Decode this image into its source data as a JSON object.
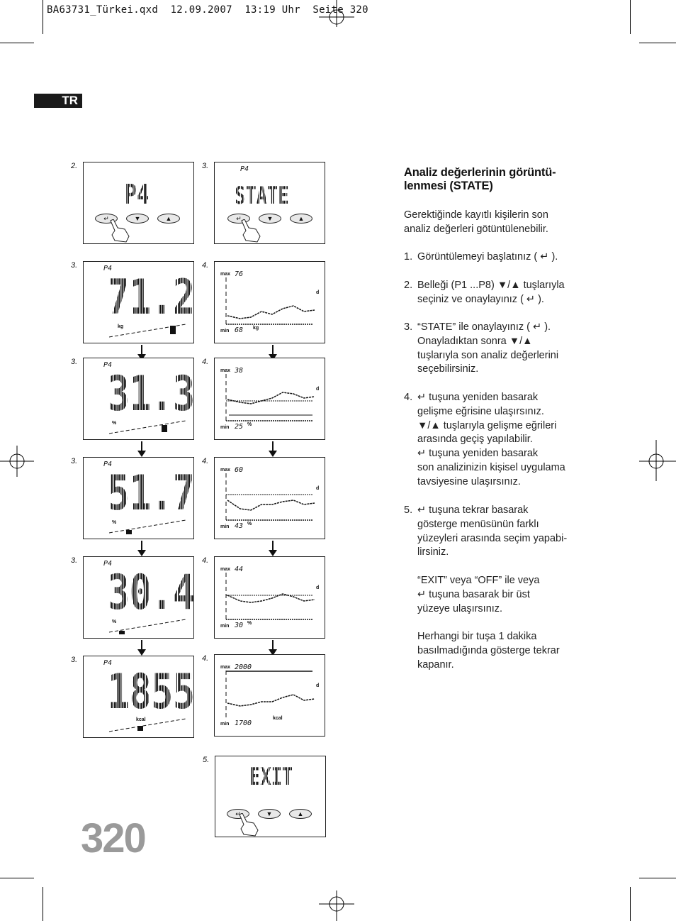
{
  "header": {
    "text": "BA63731_Türkei.qxd  12.09.2007  13:19 Uhr  Seite 320"
  },
  "language_tab": "TR",
  "page_number": "320",
  "section": {
    "title_line1": "Analiz değerlerinin görüntü-",
    "title_line2": "lenmesi (STATE)",
    "intro": [
      "Gerektiğinde kayıtlı kişilerin son",
      "analiz değerleri götüntülenebilir."
    ],
    "steps": [
      {
        "num": "1.",
        "lines": [
          "Görüntülemeyi başlatınız ( ↵ )."
        ]
      },
      {
        "num": "2.",
        "lines": [
          "Belleği (P1 ...P8) ▼/▲ tuşlarıyla",
          "seçiniz ve onaylayınız ( ↵ )."
        ]
      },
      {
        "num": "3.",
        "lines": [
          "“STATE” ile onaylayınız ( ↵ ).",
          "Onayladıktan sonra ▼/▲",
          "tuşlarıyla son analiz değerlerini",
          "seçebilirsiniz."
        ]
      },
      {
        "num": "4.",
        "lines": [
          "↵ tuşuna yeniden basarak",
          "gelişme eğrisine ulaşırsınız.",
          "▼/▲ tuşlarıyla gelişme eğrileri",
          "arasında geçiş yapılabilir.",
          "↵ tuşuna yeniden basarak",
          "son analizinizin kişisel uygulama",
          "tavsiyesine ulaşırsınız."
        ]
      },
      {
        "num": "5.",
        "lines": [
          "↵ tuşuna tekrar basarak",
          "gösterge menüsünün farklı",
          "yüzeyleri arasında seçim yapabi-",
          "lirsiniz.",
          "",
          "“EXIT” veya “OFF” ile veya",
          "↵ tuşuna basarak bir üst",
          "yüzeye ulaşırsınız.",
          "",
          "Herhangi bir tuşa 1 dakika",
          "basılmadığında gösterge tekrar",
          "kapanır."
        ]
      }
    ]
  },
  "displays": {
    "top_left": {
      "step": "2.",
      "text": "P4"
    },
    "top_right": {
      "step": "3.",
      "small": "P4",
      "text": "STATE"
    },
    "exit": {
      "step": "5.",
      "text": "EXIT"
    },
    "values": [
      {
        "step": "3.",
        "label": "P4",
        "value": "71.2",
        "unit": "kg"
      },
      {
        "step": "3.",
        "label": "P4",
        "value": "31.3",
        "unit": "%"
      },
      {
        "step": "3.",
        "label": "P4",
        "value": "51.7",
        "unit": "%"
      },
      {
        "step": "3.",
        "label": "P4",
        "value": "30.4",
        "unit": "%"
      },
      {
        "step": "3.",
        "label": "P4",
        "value": "1855",
        "unit": "kcal"
      }
    ],
    "graphs": [
      {
        "step": "4.",
        "max": "76",
        "min": "68",
        "unit": "kg",
        "d": "d",
        "max_label": "max",
        "min_label": "min"
      },
      {
        "step": "4.",
        "max": "38",
        "min": "25",
        "unit": "%",
        "d": "d",
        "max_label": "max",
        "min_label": "min"
      },
      {
        "step": "4.",
        "max": "60",
        "min": "43",
        "unit": "%",
        "d": "d",
        "max_label": "max",
        "min_label": "min"
      },
      {
        "step": "4.",
        "max": "44",
        "min": "30",
        "unit": "%",
        "d": "d",
        "max_label": "max",
        "min_label": "min"
      },
      {
        "step": "4.",
        "max": "2000",
        "min": "1700",
        "unit": "kcal",
        "d": "d",
        "max_label": "max",
        "min_label": "min"
      }
    ],
    "buttons": {
      "enter": "↵",
      "down": "▼",
      "up": "▲"
    }
  }
}
